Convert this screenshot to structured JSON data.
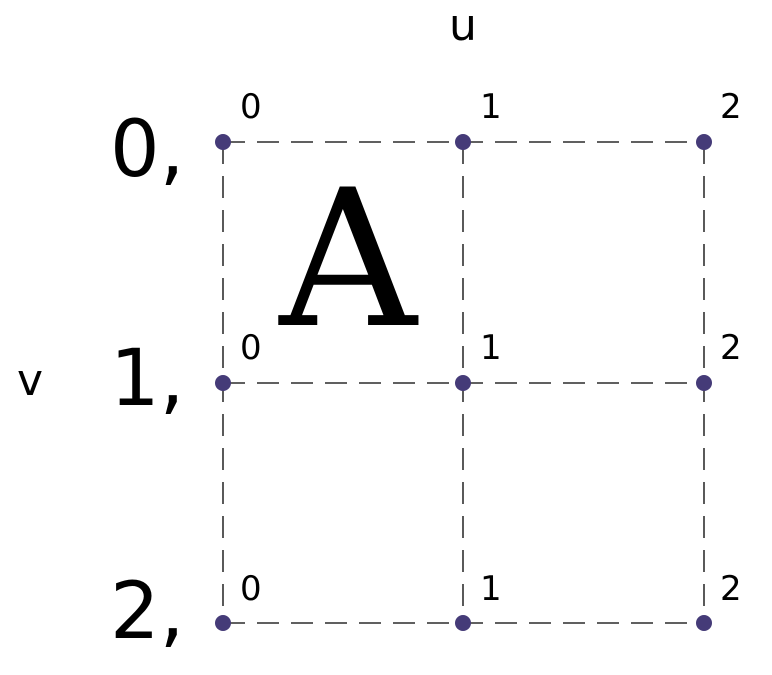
{
  "axes": {
    "u_label": "u",
    "v_label": "v"
  },
  "rows": [
    {
      "label": "0,",
      "columns": [
        "0",
        "1",
        "2"
      ]
    },
    {
      "label": "1,",
      "columns": [
        "0",
        "1",
        "2"
      ]
    },
    {
      "label": "2,",
      "columns": [
        "0",
        "1",
        "2"
      ]
    }
  ],
  "cell_letter": "A",
  "colors": {
    "point": "#453b78",
    "line": "#000000",
    "text": "#000000"
  }
}
